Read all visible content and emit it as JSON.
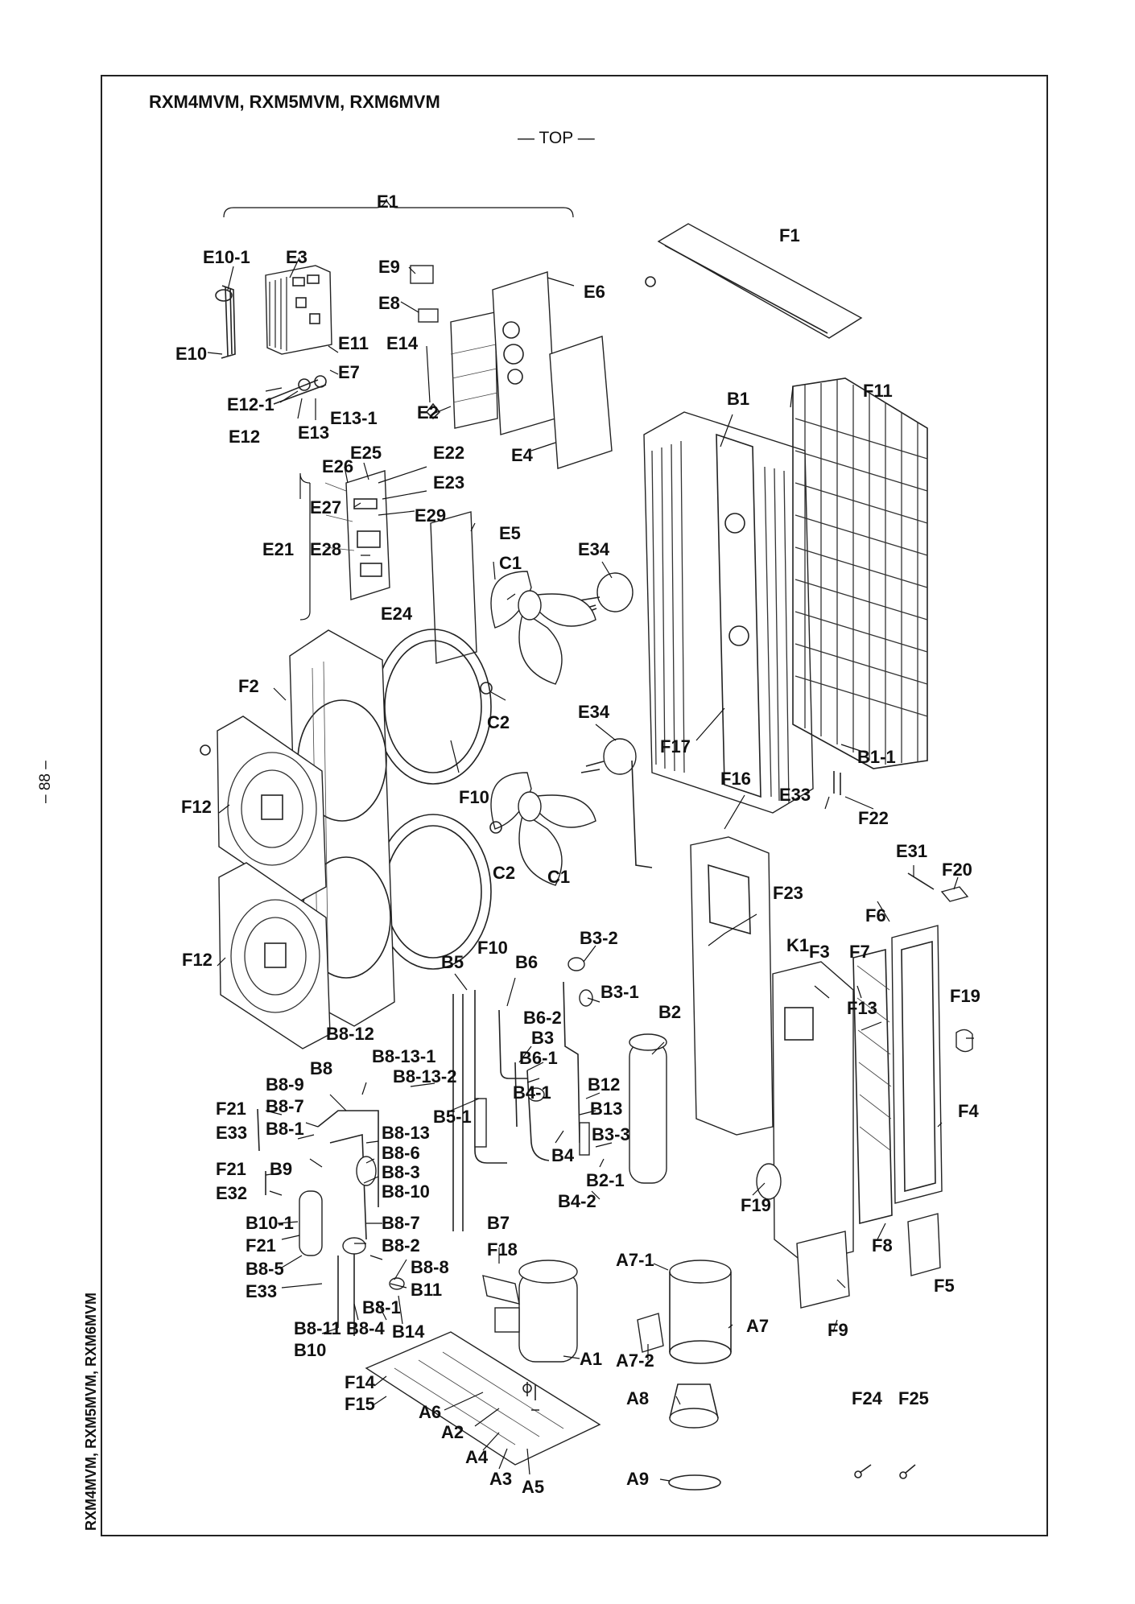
{
  "title": "RXM4MVM, RXM5MVM, RXM6MVM",
  "orientation_label": "— TOP —",
  "page_number": "– 88 –",
  "side_title": "RXM4MVM, RXM5MVM, RXM6MVM",
  "labels": {
    "E1": "E1",
    "E10_1": "E10-1",
    "E3": "E3",
    "E9": "E9",
    "E6": "E6",
    "E8": "E8",
    "E14": "E14",
    "E10": "E10",
    "E11": "E11",
    "E7": "E7",
    "E12_1": "E12-1",
    "E13_1": "E13-1",
    "E12": "E12",
    "E13": "E13",
    "E2": "E2",
    "E4": "E4",
    "E26": "E26",
    "E25": "E25",
    "E22": "E22",
    "E23": "E23",
    "E27": "E27",
    "E29": "E29",
    "E21": "E21",
    "E28": "E28",
    "E5": "E5",
    "E24": "E24",
    "E34a": "E34",
    "E34b": "E34",
    "F1": "F1",
    "B1": "B1",
    "F11": "F11",
    "C1a": "C1",
    "C1b": "C1",
    "F2": "F2",
    "C2a": "C2",
    "C2b": "C2",
    "F17": "F17",
    "B1_1": "B1-1",
    "F12a": "F12",
    "F12b": "F12",
    "F10a": "F10",
    "F10b": "F10",
    "F16": "F16",
    "E33a": "E33",
    "F22": "F22",
    "E31": "E31",
    "F20": "F20",
    "F23": "F23",
    "F6": "F6",
    "K1": "K1",
    "F3": "F3",
    "F7": "F7",
    "B3_2": "B3-2",
    "B5": "B5",
    "B6": "B6",
    "B3_1": "B3-1",
    "F13": "F13",
    "F19a": "F19",
    "B2": "B2",
    "B6_2": "B6-2",
    "B8_12": "B8-12",
    "B3": "B3",
    "B8": "B8",
    "B8_13_1": "B8-13-1",
    "B6_1": "B6-1",
    "B12": "B12",
    "B8_13_2": "B8-13-2",
    "B8_9": "B8-9",
    "B4_1": "B4-1",
    "B13": "B13",
    "F4": "F4",
    "F21a": "F21",
    "B8_7a": "B8-7",
    "B5_1": "B5-1",
    "B3_3": "B3-3",
    "B8_1a": "B8-1",
    "E33b": "E33",
    "B8_13": "B8-13",
    "B4": "B4",
    "B8_6": "B8-6",
    "F21b": "F21",
    "B9": "B9",
    "B8_3": "B8-3",
    "B2_1": "B2-1",
    "E32": "E32",
    "B8_10": "B8-10",
    "B4_2": "B4-2",
    "F19b": "F19",
    "B10_1": "B10-1",
    "B8_7b": "B8-7",
    "B7": "B7",
    "F21c": "F21",
    "B8_2": "B8-2",
    "F8": "F8",
    "F18": "F18",
    "B8_5": "B8-5",
    "B8_8": "B8-8",
    "F5": "F5",
    "E33c": "E33",
    "B11": "B11",
    "A7_1": "A7-1",
    "B8_1b": "B8-1",
    "B8_11": "B8-11",
    "B8_4": "B8-4",
    "B14": "B14",
    "A7": "A7",
    "F9": "F9",
    "B10": "B10",
    "A1": "A1",
    "A7_2": "A7-2",
    "F14": "F14",
    "F15": "F15",
    "A8": "A8",
    "F24": "F24",
    "F25": "F25",
    "A6": "A6",
    "A2": "A2",
    "A4": "A4",
    "A9": "A9",
    "A3": "A3",
    "A5": "A5"
  }
}
